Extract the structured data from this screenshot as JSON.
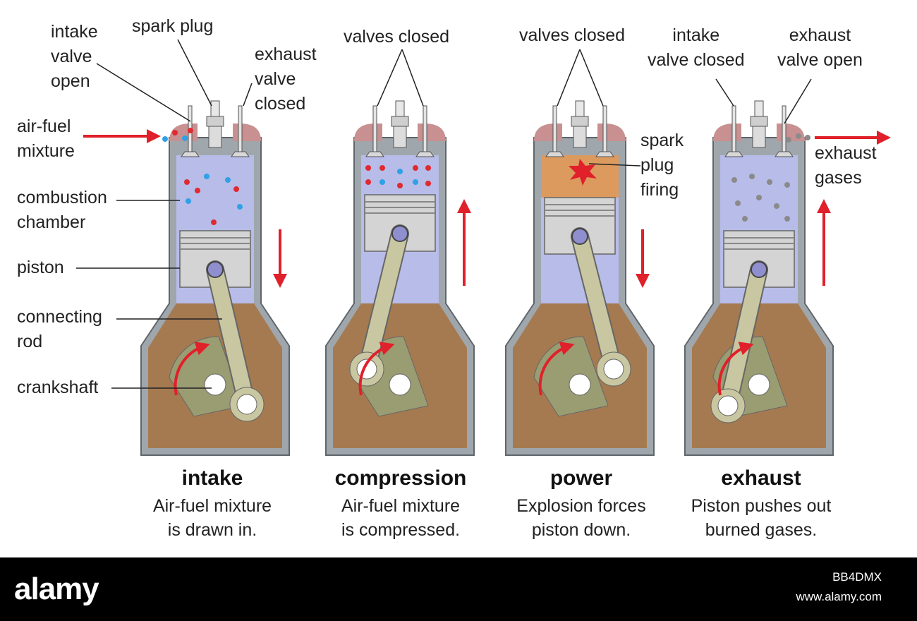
{
  "colors": {
    "casing": "#9fa7ad",
    "casing_edge": "#5f666b",
    "crankcase": "#a57a50",
    "cylinder_gas": "#b7bce8",
    "combustion": "#dc9a5e",
    "piston": "#d4d4d4",
    "rod": "#c8c7a1",
    "crank": "#9a9c72",
    "arrow": "#e0202a",
    "fuel_red": "#e02a30",
    "fuel_blue": "#2fa1e6",
    "exhaust_gray": "#8a8a8a"
  },
  "labels": {
    "intake_valve_open": [
      "intake",
      "valve",
      "open"
    ],
    "spark_plug": "spark plug",
    "exhaust_valve_closed": [
      "exhaust",
      "valve",
      "closed"
    ],
    "air_fuel_mixture": [
      "air-fuel",
      "mixture"
    ],
    "combustion_chamber": [
      "combustion",
      "chamber"
    ],
    "piston": "piston",
    "connecting_rod": [
      "connecting",
      "rod"
    ],
    "crankshaft": "crankshaft",
    "valves_closed_1": "valves closed",
    "valves_closed_2": "valves closed",
    "spark_plug_firing": [
      "spark",
      "plug",
      "firing"
    ],
    "intake_valve_closed": [
      "intake",
      "valve closed"
    ],
    "exhaust_valve_open": [
      "exhaust",
      "valve open"
    ],
    "exhaust_gases": [
      "exhaust",
      "gases"
    ]
  },
  "strokes": [
    {
      "title": "intake",
      "desc": [
        "Air-fuel mixture",
        "is drawn in."
      ]
    },
    {
      "title": "compression",
      "desc": [
        "Air-fuel mixture",
        "is compressed."
      ]
    },
    {
      "title": "power",
      "desc": [
        "Explosion forces",
        "piston down."
      ]
    },
    {
      "title": "exhaust",
      "desc": [
        "Piston pushes out",
        "burned gases."
      ]
    }
  ],
  "footer": {
    "brand": "alamy",
    "image_id": "BB4DMX",
    "site": "www.alamy.com"
  }
}
